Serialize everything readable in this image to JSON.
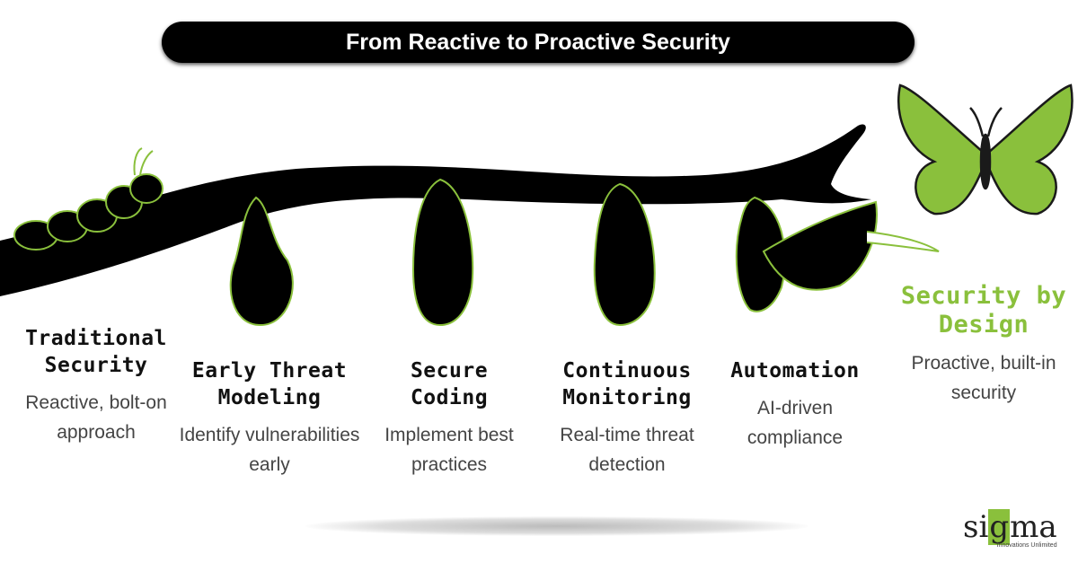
{
  "title": "From Reactive to Proactive Security",
  "stages": [
    {
      "title": "Traditional Security",
      "desc": "Reactive, bolt-on approach"
    },
    {
      "title": "Early Threat Modeling",
      "desc": "Identify vulnerabilities early"
    },
    {
      "title": "Secure Coding",
      "desc": "Implement best practices"
    },
    {
      "title": "Continuous Monitoring",
      "desc": "Real-time threat detection"
    },
    {
      "title": "Automation",
      "desc": "AI-driven compliance"
    },
    {
      "title": "Security by Design",
      "desc": "Proactive, built-in security"
    }
  ],
  "logo": {
    "name": "sigma",
    "tagline": "Innovations Unlimited"
  },
  "colors": {
    "accent": "#8ac03c",
    "ink": "#000000",
    "text": "#444444"
  }
}
